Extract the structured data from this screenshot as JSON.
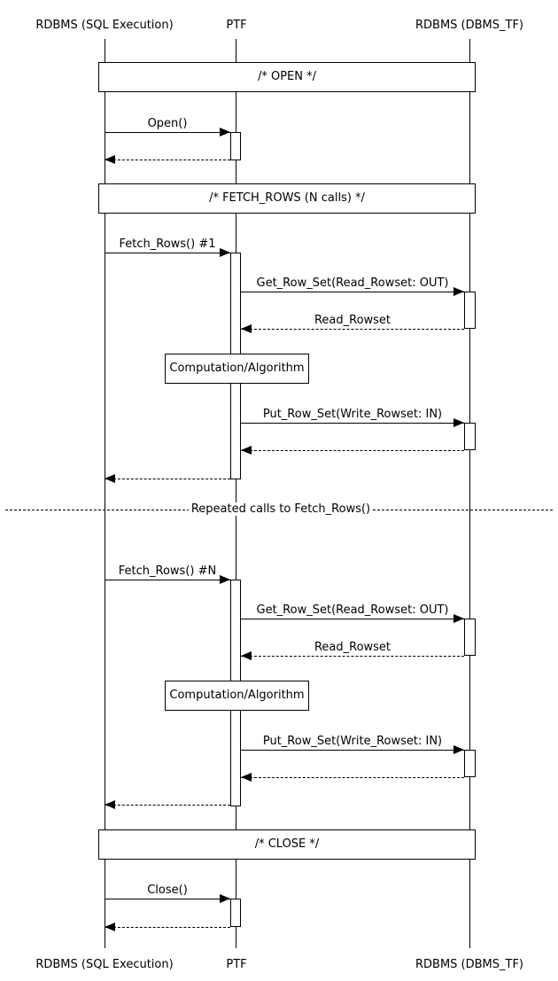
{
  "participants": {
    "sql": "RDBMS (SQL Execution)",
    "ptf": "PTF",
    "tf": "RDBMS (DBMS_TF)"
  },
  "bands": {
    "open": "/* OPEN */",
    "fetch": "/* FETCH_ROWS (N calls) */",
    "close": "/* CLOSE */"
  },
  "messages": {
    "open_call": "Open()",
    "fetch_first": "Fetch_Rows() #1",
    "fetch_nth": "Fetch_Rows() #N",
    "get_row_set": "Get_Row_Set(Read_Rowset: OUT)",
    "read_rowset": "Read_Rowset",
    "put_row_set": "Put_Row_Set(Write_Rowset: IN)",
    "close_call": "Close()"
  },
  "computation_box": "Computation/Algorithm",
  "divider": "Repeated calls to Fetch_Rows()",
  "colors": {
    "line": "#000000",
    "background": "#ffffff"
  }
}
